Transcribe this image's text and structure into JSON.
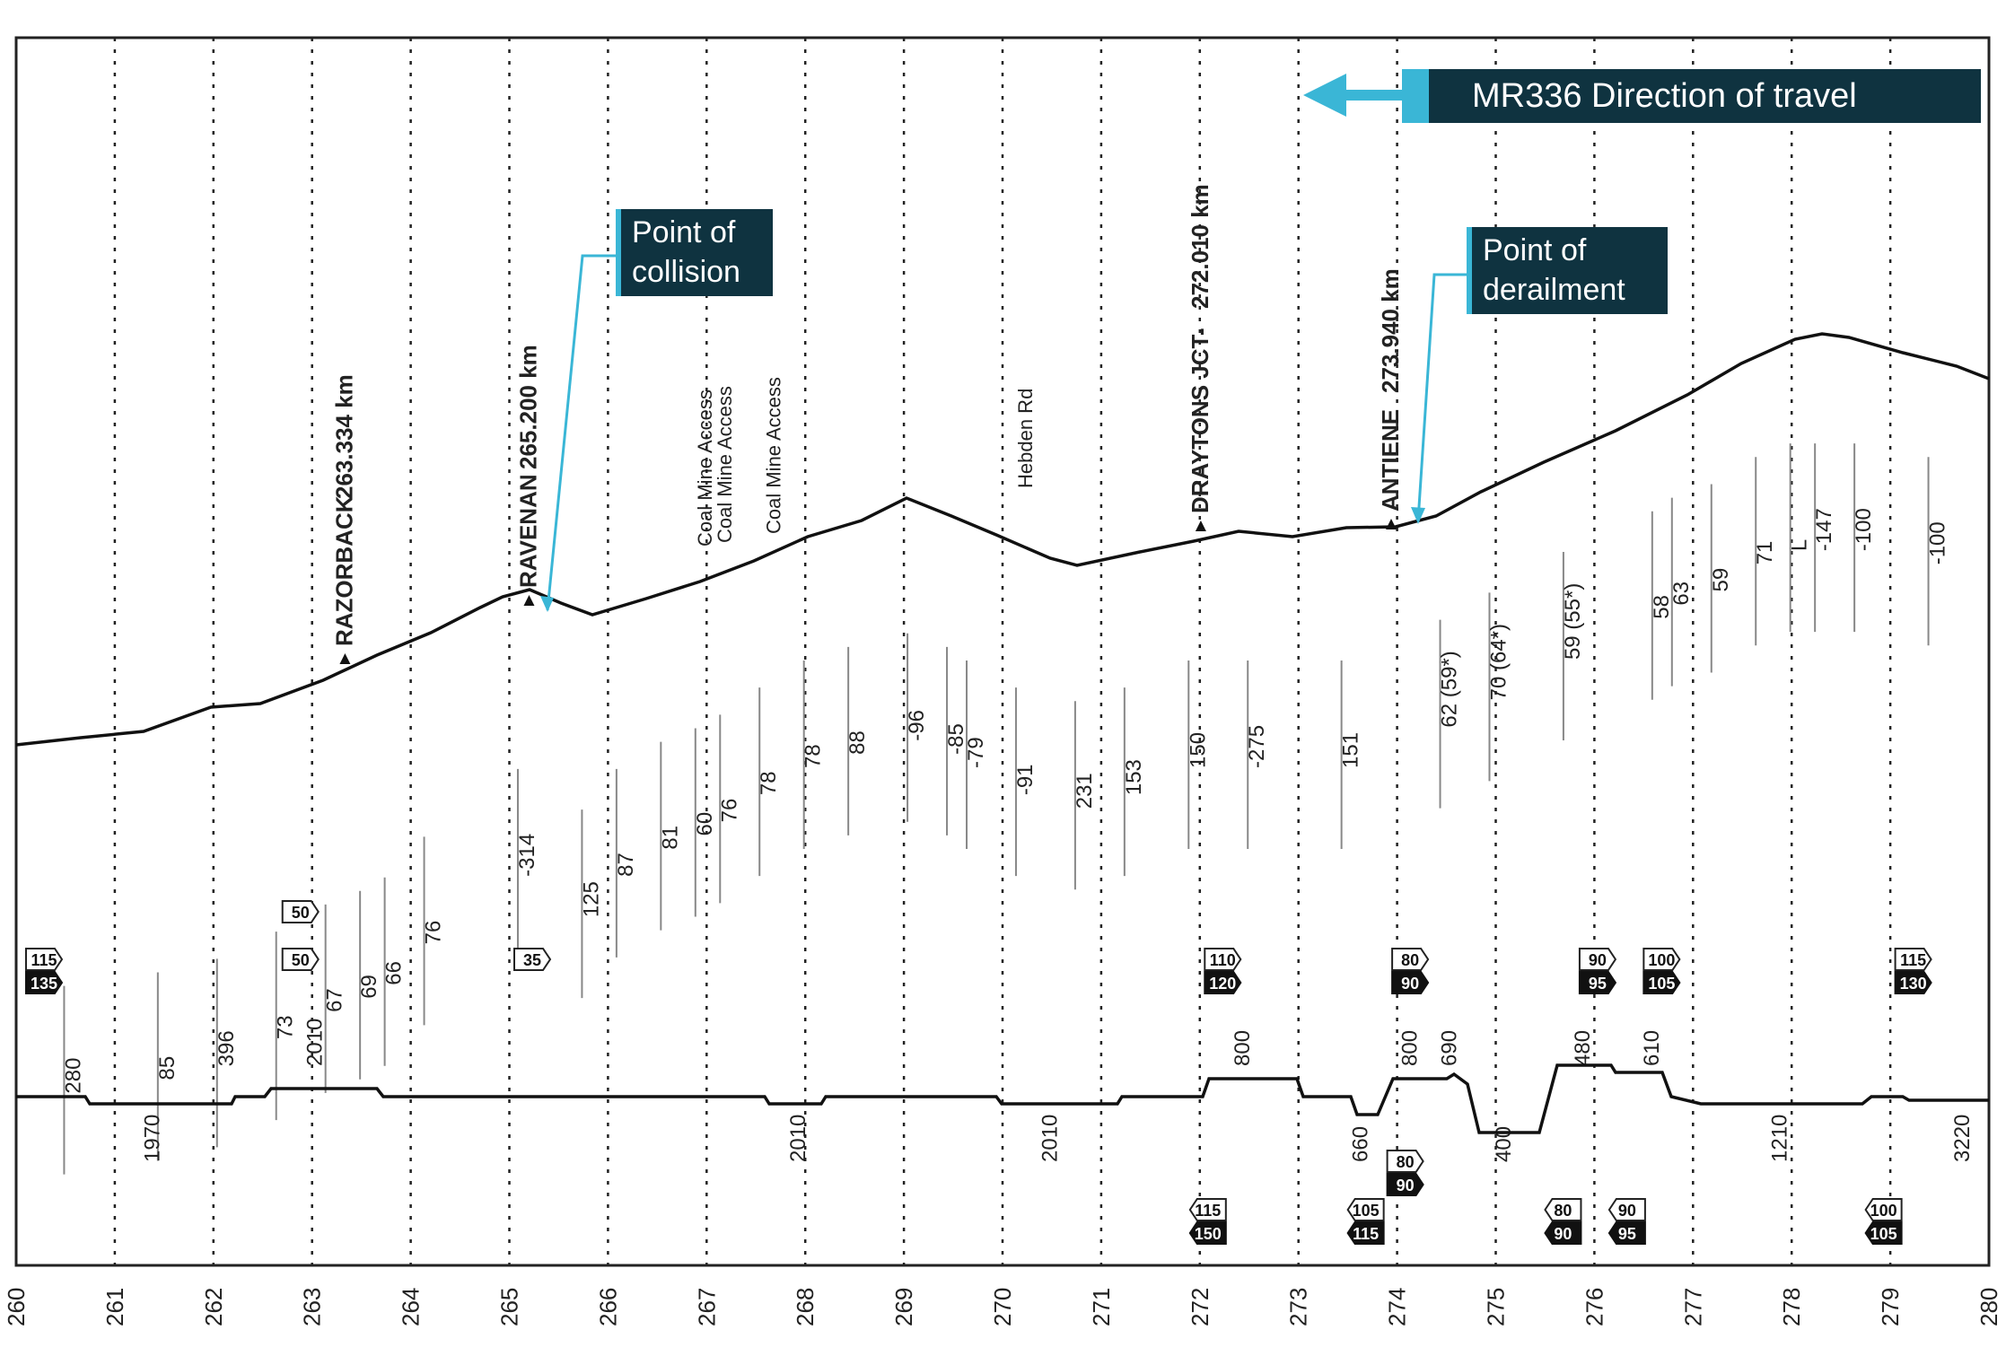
{
  "callouts": {
    "direction": "MR336 Direction of travel",
    "collision_line1": "Point of",
    "collision_line2": "collision",
    "derail_line1": "Point of",
    "derail_line2": "derailment"
  },
  "km_axis": [
    "260",
    "261",
    "262",
    "263",
    "264",
    "265",
    "266",
    "267",
    "268",
    "269",
    "270",
    "271",
    "272",
    "273",
    "274",
    "275",
    "276",
    "277",
    "278",
    "279",
    "280"
  ],
  "stations": [
    {
      "name": "RAZORBACK",
      "km": 263.334,
      "label": "263.334 km"
    },
    {
      "name": "RAVENAN",
      "km": 265.2,
      "label": "265.200 km"
    },
    {
      "name": "DRAYTONS JCT-",
      "km": 272.01,
      "label": "272.010 km"
    },
    {
      "name": "ANTIENE",
      "km": 273.94,
      "label": "273.940 km"
    }
  ],
  "features": [
    {
      "text": "Coal Mine Access",
      "km": 267.05
    },
    {
      "text": "Coal Mine Access",
      "km": 267.25
    },
    {
      "text": "Coal Mine Access",
      "km": 267.75
    },
    {
      "text": "Hebden Rd",
      "km": 270.3
    }
  ],
  "gradients": [
    {
      "text": "280",
      "km": 260.65,
      "pos": 0.78
    },
    {
      "text": "85",
      "km": 261.6,
      "pos": 0.77
    },
    {
      "text": "396",
      "km": 262.2,
      "pos": 0.76
    },
    {
      "text": "73",
      "km": 262.8,
      "pos": 0.74
    },
    {
      "text": "67",
      "km": 263.3,
      "pos": 0.72
    },
    {
      "text": "69",
      "km": 263.65,
      "pos": 0.71
    },
    {
      "text": "66",
      "km": 263.9,
      "pos": 0.7
    },
    {
      "text": "76",
      "km": 264.3,
      "pos": 0.67
    },
    {
      "text": "-314",
      "km": 265.25,
      "pos": 0.62
    },
    {
      "text": "125",
      "km": 265.9,
      "pos": 0.65
    },
    {
      "text": "87",
      "km": 266.25,
      "pos": 0.62
    },
    {
      "text": "81",
      "km": 266.7,
      "pos": 0.6
    },
    {
      "text": "60",
      "km": 267.05,
      "pos": 0.59
    },
    {
      "text": "76",
      "km": 267.3,
      "pos": 0.58
    },
    {
      "text": "78",
      "km": 267.7,
      "pos": 0.56
    },
    {
      "text": "78",
      "km": 268.15,
      "pos": 0.54
    },
    {
      "text": "88",
      "km": 268.6,
      "pos": 0.53
    },
    {
      "text": "-96",
      "km": 269.2,
      "pos": 0.52
    },
    {
      "text": "-85",
      "km": 269.6,
      "pos": 0.53
    },
    {
      "text": "-79",
      "km": 269.8,
      "pos": 0.54
    },
    {
      "text": "-91",
      "km": 270.3,
      "pos": 0.56
    },
    {
      "text": "231",
      "km": 270.9,
      "pos": 0.57
    },
    {
      "text": "153",
      "km": 271.4,
      "pos": 0.56
    },
    {
      "text": "150",
      "km": 272.05,
      "pos": 0.54
    },
    {
      "text": "-275",
      "km": 272.65,
      "pos": 0.54
    },
    {
      "text": "151",
      "km": 273.6,
      "pos": 0.54
    },
    {
      "text": "62 (59*)",
      "km": 274.6,
      "pos": 0.51
    },
    {
      "text": "70 (64*)",
      "km": 275.1,
      "pos": 0.49
    },
    {
      "text": "59 (55*)",
      "km": 275.85,
      "pos": 0.46
    },
    {
      "text": "58",
      "km": 276.75,
      "pos": 0.43
    },
    {
      "text": "63",
      "km": 276.95,
      "pos": 0.42
    },
    {
      "text": "59",
      "km": 277.35,
      "pos": 0.41
    },
    {
      "text": "71",
      "km": 277.8,
      "pos": 0.39
    },
    {
      "text": "L",
      "km": 278.15,
      "pos": 0.38
    },
    {
      "text": "-147",
      "km": 278.4,
      "pos": 0.38
    },
    {
      "text": "-100",
      "km": 278.8,
      "pos": 0.38
    },
    {
      "text": "-100",
      "km": 279.55,
      "pos": 0.39
    }
  ],
  "speed_upper": [
    {
      "km": 260.1,
      "top": "115",
      "bottom": "135"
    },
    {
      "km": 262.7,
      "top": "50",
      "bottom": ""
    },
    {
      "km": 262.7,
      "top": "50",
      "bottom": "",
      "row": 2
    },
    {
      "km": 265.05,
      "top": "35",
      "bottom": ""
    },
    {
      "km": 272.05,
      "top": "110",
      "bottom": "120"
    },
    {
      "km": 273.95,
      "top": "80",
      "bottom": "90"
    },
    {
      "km": 275.85,
      "top": "90",
      "bottom": "95"
    },
    {
      "km": 276.5,
      "top": "100",
      "bottom": "105"
    },
    {
      "km": 279.05,
      "top": "115",
      "bottom": "130"
    }
  ],
  "speed_lower": [
    {
      "km": 271.9,
      "top": "115",
      "bottom": "150"
    },
    {
      "km": 273.5,
      "top": "105",
      "bottom": "115"
    },
    {
      "km": 275.5,
      "top": "80",
      "bottom": "90"
    },
    {
      "km": 276.15,
      "top": "90",
      "bottom": "95"
    },
    {
      "km": 278.75,
      "top": "100",
      "bottom": "105"
    }
  ],
  "speed_board_mid": {
    "km": 273.9,
    "top": "80",
    "bottom": "90"
  },
  "curves": [
    {
      "text": "1970",
      "km": 261.45,
      "side": "below"
    },
    {
      "text": "2010",
      "km": 263.1,
      "side": "above"
    },
    {
      "text": "2010",
      "km": 268.0,
      "side": "below"
    },
    {
      "text": "2010",
      "km": 270.55,
      "side": "below"
    },
    {
      "text": "800",
      "km": 272.5,
      "side": "above"
    },
    {
      "text": "660",
      "km": 273.7,
      "side": "below"
    },
    {
      "text": "800",
      "km": 274.2,
      "side": "above"
    },
    {
      "text": "690",
      "km": 274.6,
      "side": "above"
    },
    {
      "text": "400",
      "km": 275.15,
      "side": "below"
    },
    {
      "text": "480",
      "km": 275.95,
      "side": "above"
    },
    {
      "text": "610",
      "km": 276.65,
      "side": "above"
    },
    {
      "text": "1210",
      "km": 277.95,
      "side": "below"
    },
    {
      "text": "3220",
      "km": 279.8,
      "side": "below"
    }
  ]
}
